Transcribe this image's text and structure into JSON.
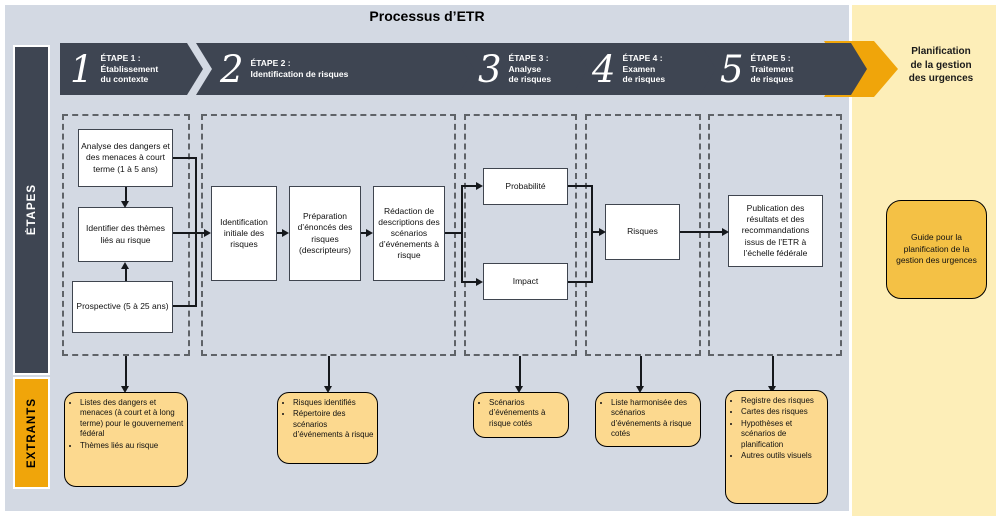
{
  "title": "Processus d’ETR",
  "sidebar": {
    "etapes_label": "ÉTAPES",
    "extrants_label": "EXTRANTS"
  },
  "steps": [
    {
      "number": "1",
      "label": "ÉTAPE 1 :\nÉtablissement\ndu contexte"
    },
    {
      "number": "2",
      "label": "ÉTAPE 2 :\nIdentification de risques"
    },
    {
      "number": "3",
      "label": "ÉTAPE 3 :\nAnalyse\nde risques"
    },
    {
      "number": "4",
      "label": "ÉTAPE 4 :\nExamen\nde risques"
    },
    {
      "number": "5",
      "label": "ÉTAPE 5 :\nTraitement\nde risques"
    }
  ],
  "process": {
    "analyse_dangers": "Analyse des dangers et des menaces à court terme (1 à 5 ans)",
    "identifier_themes": "Identifier des thèmes liés au risque",
    "prospective": "Prospective (5 à 25 ans)",
    "identification_initiale": "Identification initiale des risques",
    "preparation_enonces": "Préparation d’énoncés des risques (descripteurs)",
    "redaction_descriptions": "Rédaction de descriptions des scénarios d’événements à risque",
    "probabilite": "Probabilité",
    "impact": "Impact",
    "risques": "Risques",
    "publication": "Publication des résultats et des recommandations issus de l’ETR à l’échelle fédérale"
  },
  "outputs": [
    {
      "items": [
        "Listes des dangers et menaces (à court et à long terme) pour le gouvernement fédéral",
        "Thèmes liés au risque"
      ]
    },
    {
      "items": [
        "Risques identifiés",
        "Répertoire des scénarios d’événements à risque"
      ]
    },
    {
      "items": [
        "Scénarios d’événements à risque cotés"
      ]
    },
    {
      "items": [
        "Liste harmonisée des scénarios d’événements à risque cotés"
      ]
    },
    {
      "items": [
        "Registre des risques",
        "Cartes des risques",
        "Hypothèses et scénarios de planification",
        "Autres outils visuels"
      ]
    }
  ],
  "outcome": {
    "heading": "Planification\nde la gestion\ndes urgences",
    "guide_box": "Guide pour la planification de la gestion des urgences"
  },
  "colors": {
    "panel_blue": "#d3d9e3",
    "panel_yellow": "#fdeeb8",
    "dark_slate": "#3e4552",
    "amber": "#f0a50a",
    "output_fill": "#fcd98f",
    "guide_fill": "#f4c145"
  }
}
